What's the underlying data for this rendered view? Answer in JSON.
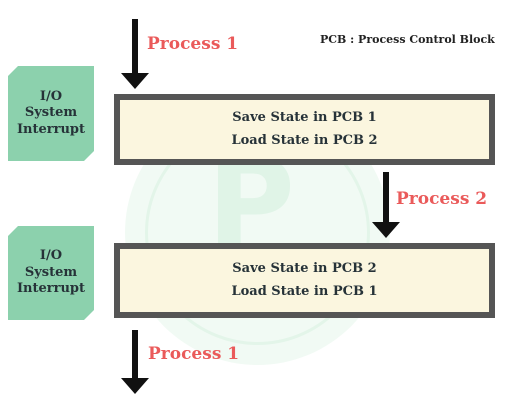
{
  "legend": "PCB : Process Control Block",
  "process_labels": {
    "top": "Process 1",
    "middle": "Process 2",
    "bottom": "Process 1"
  },
  "interrupt_tags": [
    {
      "line1": "I/O",
      "line2": "System",
      "line3": "Interrupt"
    },
    {
      "line1": "I/O",
      "line2": "System",
      "line3": "Interrupt"
    }
  ],
  "state_blocks": [
    {
      "line1": "Save State in PCB 1",
      "line2": "Load State in PCB 2"
    },
    {
      "line1": "Save State in PCB 2",
      "line2": "Load State in PCB 1"
    }
  ],
  "colors": {
    "process_label": "#ea5a5a",
    "tag_fill": "#8cd1ad",
    "block_fill": "#fbf6df",
    "block_border": "#555555"
  }
}
